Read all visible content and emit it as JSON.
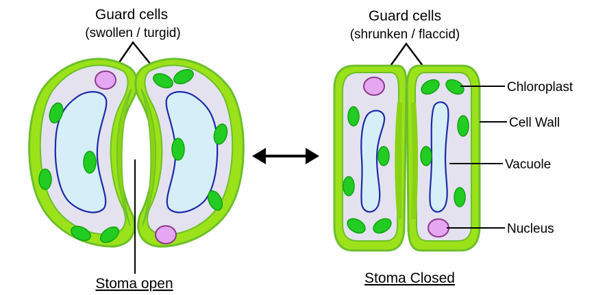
{
  "left": {
    "title_line1": "Guard cells",
    "title_line2": "(swollen / turgid)",
    "caption": "Stoma open"
  },
  "right": {
    "title_line1": "Guard cells",
    "title_line2": "(shrunken / flaccid)",
    "caption": "Stoma Closed"
  },
  "labels": {
    "chloroplast": "Chloroplast",
    "cell_wall": "Cell Wall",
    "vacuole": "Vacuole",
    "nucleus": "Nucleus"
  },
  "colors": {
    "cell_wall_fill": "#9be21a",
    "cell_wall_stroke": "#6cbf2a",
    "cytoplasm": "#e4e2ee",
    "vacuole_fill": "#d6eef7",
    "vacuole_stroke": "#1a2aa8",
    "chloroplast_fill": "#22cc22",
    "chloroplast_stroke": "#10a010",
    "nucleus_fill": "#e5a6f2",
    "nucleus_stroke": "#8a3a8a"
  }
}
